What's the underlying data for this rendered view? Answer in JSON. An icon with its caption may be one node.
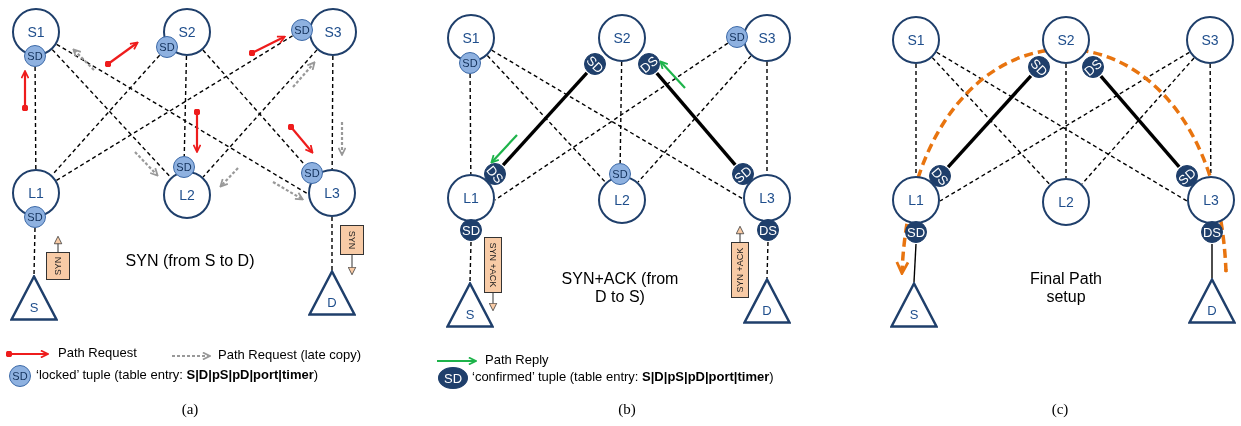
{
  "diagram": {
    "nodes": [
      {
        "text": [
          "S1"
        ]
      },
      {
        "text": [
          "S2"
        ]
      },
      {
        "text": [
          "S3"
        ]
      },
      {
        "text": [
          "L1"
        ]
      },
      {
        "text": [
          "L2"
        ]
      },
      {
        "text": [
          "L3"
        ]
      },
      {
        "text": [
          "S"
        ]
      },
      {
        "text": [
          "D"
        ]
      },
      {
        "text": [
          "SD"
        ]
      },
      {
        "text": [
          "SD"
        ]
      },
      {
        "text": [
          "SD"
        ]
      },
      {
        "text": [
          "SD"
        ]
      },
      {
        "text": [
          "SD"
        ]
      },
      {
        "text": [
          "SD"
        ]
      },
      {
        "text": [
          "SYN"
        ]
      },
      {
        "text": [
          "SYN"
        ]
      },
      {
        "text": [
          "S1"
        ]
      },
      {
        "text": [
          "S2"
        ]
      },
      {
        "text": [
          "S3"
        ]
      },
      {
        "text": [
          "L1"
        ]
      },
      {
        "text": [
          "L2"
        ]
      },
      {
        "text": [
          "L3"
        ]
      },
      {
        "text": [
          "S"
        ]
      },
      {
        "text": [
          "D"
        ]
      },
      {
        "text": [
          "SD"
        ]
      },
      {
        "text": [
          "SD"
        ]
      },
      {
        "text": [
          "DS"
        ]
      },
      {
        "text": [
          "SD"
        ]
      },
      {
        "text": [
          "DS"
        ]
      },
      {
        "text": [
          "SD"
        ]
      },
      {
        "text": [
          "SD"
        ]
      },
      {
        "text": [
          "SD"
        ]
      },
      {
        "text": [
          "DS"
        ]
      },
      {
        "text": [
          "SYN +ACK"
        ]
      },
      {
        "text": [
          "SYN +ACK"
        ]
      },
      {
        "text": [
          "S1"
        ]
      },
      {
        "text": [
          "S2"
        ]
      },
      {
        "text": [
          "S3"
        ]
      },
      {
        "text": [
          "L1"
        ]
      },
      {
        "text": [
          "L2"
        ]
      },
      {
        "text": [
          "L3"
        ]
      },
      {
        "text": [
          "S"
        ]
      },
      {
        "text": [
          "D"
        ]
      },
      {
        "text": [
          "SD"
        ]
      },
      {
        "text": [
          "DS"
        ]
      },
      {
        "text": [
          "DS"
        ]
      },
      {
        "text": [
          "SD"
        ]
      },
      {
        "text": [
          "SD"
        ]
      },
      {
        "text": [
          "DS"
        ]
      }
    ],
    "edges": [
      {
        "from": 8,
        "to": 3,
        "arrow": "none",
        "style": "dashed"
      },
      {
        "from": 0,
        "to": 4,
        "arrow": "none",
        "style": "dashed"
      },
      {
        "from": 0,
        "to": 5,
        "arrow": "none",
        "style": "dashed"
      },
      {
        "from": 9,
        "to": 3,
        "arrow": "none",
        "style": "dashed"
      },
      {
        "from": 1,
        "to": 12,
        "arrow": "none",
        "style": "dashed"
      },
      {
        "from": 1,
        "to": 13,
        "arrow": "none",
        "style": "dashed"
      },
      {
        "from": 10,
        "to": 3,
        "arrow": "none",
        "style": "dashed"
      },
      {
        "from": 2,
        "to": 4,
        "arrow": "none",
        "style": "dashed"
      },
      {
        "from": 2,
        "to": 5,
        "arrow": "none",
        "style": "dashed"
      },
      {
        "from": 11,
        "to": 6,
        "arrow": "none",
        "style": "dashed"
      },
      {
        "from": 5,
        "to": 7,
        "arrow": "none",
        "style": "dashed"
      },
      {
        "from": 24,
        "to": 19,
        "arrow": "none",
        "style": "dashed"
      },
      {
        "from": 16,
        "to": 20,
        "arrow": "none",
        "style": "dashed"
      },
      {
        "from": 16,
        "to": 21,
        "arrow": "none",
        "style": "dashed"
      },
      {
        "from": 25,
        "to": 28,
        "arrow": "none",
        "style": "thick"
      },
      {
        "from": 17,
        "to": 30,
        "arrow": "none",
        "style": "dashed"
      },
      {
        "from": 26,
        "to": 31,
        "arrow": "none",
        "style": "thick"
      },
      {
        "from": 27,
        "to": 19,
        "arrow": "none",
        "style": "dashed"
      },
      {
        "from": 18,
        "to": 20,
        "arrow": "none",
        "style": "dashed"
      },
      {
        "from": 18,
        "to": 21,
        "arrow": "none",
        "style": "dashed"
      },
      {
        "from": 29,
        "to": 22,
        "arrow": "none",
        "style": "dashed"
      },
      {
        "from": 32,
        "to": 23,
        "arrow": "none",
        "style": "dashed"
      },
      {
        "from": 35,
        "to": 38,
        "arrow": "none",
        "style": "dashed"
      },
      {
        "from": 35,
        "to": 39,
        "arrow": "none",
        "style": "dashed"
      },
      {
        "from": 35,
        "to": 40,
        "arrow": "none",
        "style": "dashed"
      },
      {
        "from": 43,
        "to": 45,
        "arrow": "none",
        "style": "thick"
      },
      {
        "from": 36,
        "to": 39,
        "arrow": "none",
        "style": "dashed"
      },
      {
        "from": 44,
        "to": 47,
        "arrow": "none",
        "style": "thick"
      },
      {
        "from": 37,
        "to": 38,
        "arrow": "none",
        "style": "dashed"
      },
      {
        "from": 37,
        "to": 39,
        "arrow": "none",
        "style": "dashed"
      },
      {
        "from": 37,
        "to": 40,
        "arrow": "none",
        "style": "dashed"
      },
      {
        "from": 46,
        "to": 41,
        "arrow": "none"
      },
      {
        "from": 48,
        "to": 42,
        "arrow": "none"
      }
    ],
    "labels": [
      "SYN (from S to D)",
      "SYN+ACK (from D to S)",
      "Final Path setup",
      "SD",
      "SD",
      "(a)",
      "(b)",
      "(c)"
    ],
    "legend": [
      {
        "text": "Path Request"
      },
      {
        "text": "Path Request (late copy)"
      },
      {
        "text": "‘locked’ tuple (table entry: **S|D|pS|pD|port|timer**)",
        "color": "#8eb1e0"
      },
      {
        "text": "Path Reply"
      },
      {
        "text": "‘confirmed’ tuple (table entry: **S|D|pS|pD|port|timer**)",
        "color": "#1f3f6b"
      }
    ]
  }
}
